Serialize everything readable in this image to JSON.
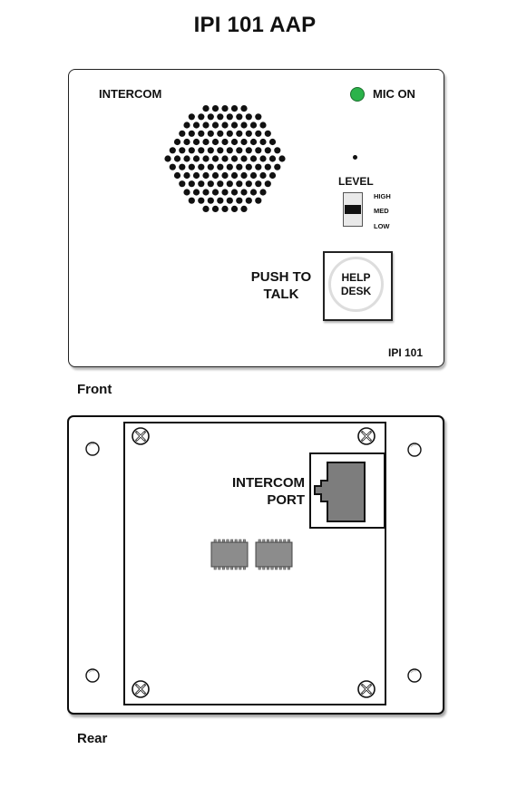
{
  "title": "IPI 101 AAP",
  "front": {
    "caption": "Front",
    "intercom_label": "INTERCOM",
    "mic_on_label": "MIC ON",
    "led_color": "#2bb34a",
    "level_label": "LEVEL",
    "level_options": [
      "HIGH",
      "MED",
      "LOW"
    ],
    "level_selected": "MED",
    "push_to_talk_line1": "PUSH TO",
    "push_to_talk_line2": "TALK",
    "help_button_line1": "HELP",
    "help_button_line2": "DESK",
    "model_label": "IPI 101"
  },
  "rear": {
    "caption": "Rear",
    "port_label_line1": "INTERCOM",
    "port_label_line2": "PORT",
    "chip_color": "#8c8c8c"
  }
}
